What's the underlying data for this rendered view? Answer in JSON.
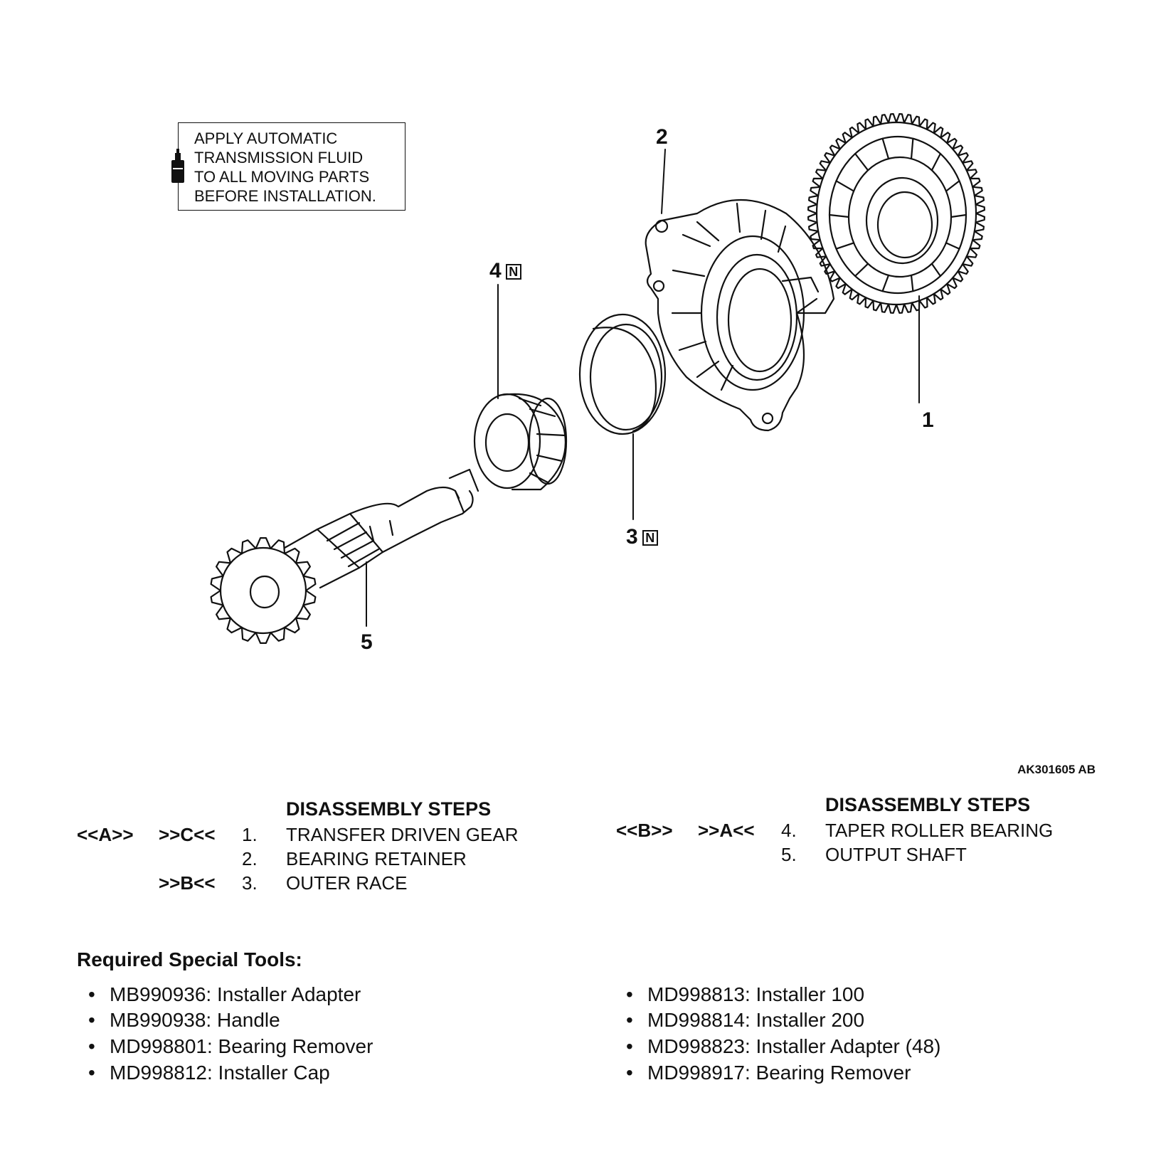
{
  "note": {
    "lines": [
      "APPLY AUTOMATIC",
      "TRANSMISSION FLUID",
      "TO ALL MOVING PARTS",
      "BEFORE INSTALLATION."
    ],
    "icon": "oil-can-icon"
  },
  "callouts": [
    {
      "id": "1",
      "label": "1",
      "badge": ""
    },
    {
      "id": "2",
      "label": "2",
      "badge": ""
    },
    {
      "id": "3",
      "label": "3",
      "badge": "N"
    },
    {
      "id": "4",
      "label": "4",
      "badge": "N"
    },
    {
      "id": "5",
      "label": "5",
      "badge": ""
    }
  ],
  "figure_code": "AK301605 AB",
  "steps_left": {
    "heading": "DISASSEMBLY STEPS",
    "rows": [
      {
        "mark1": "<<A>>",
        "mark2": ">>C<<",
        "num": "1.",
        "text": "TRANSFER DRIVEN GEAR"
      },
      {
        "mark1": "",
        "mark2": "",
        "num": "2.",
        "text": "BEARING RETAINER"
      },
      {
        "mark1": "",
        "mark2": ">>B<<",
        "num": "3.",
        "text": "OUTER RACE"
      }
    ]
  },
  "steps_right": {
    "heading": "DISASSEMBLY STEPS",
    "rows": [
      {
        "mark1": "<<B>>",
        "mark2": ">>A<<",
        "num": "4.",
        "text": "TAPER ROLLER BEARING"
      },
      {
        "mark1": "",
        "mark2": "",
        "num": "5.",
        "text": "OUTPUT SHAFT"
      }
    ]
  },
  "tools": {
    "heading": "Required Special Tools:",
    "bullet": "•",
    "left": [
      "MB990936: Installer Adapter",
      "MB990938: Handle",
      "MD998801: Bearing Remover",
      "MD998812: Installer Cap"
    ],
    "right": [
      "MD998813: Installer 100",
      "MD998814: Installer 200",
      "MD998823: Installer Adapter (48)",
      "MD998917: Bearing Remover"
    ]
  }
}
